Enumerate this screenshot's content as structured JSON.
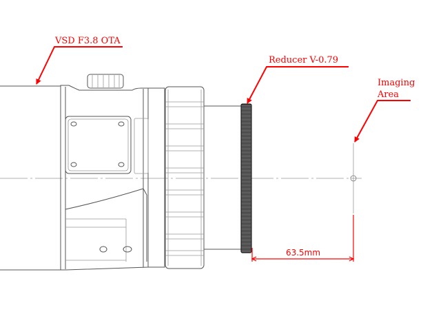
{
  "labels": {
    "ota": "VSD F3.8 OTA",
    "reducer": "Reducer V-0.79",
    "imaging_line1": "Imaging",
    "imaging_line2": "Area",
    "distance": "63.5mm"
  },
  "colors": {
    "annotation": "#ff0000",
    "drawing": "#555555"
  }
}
